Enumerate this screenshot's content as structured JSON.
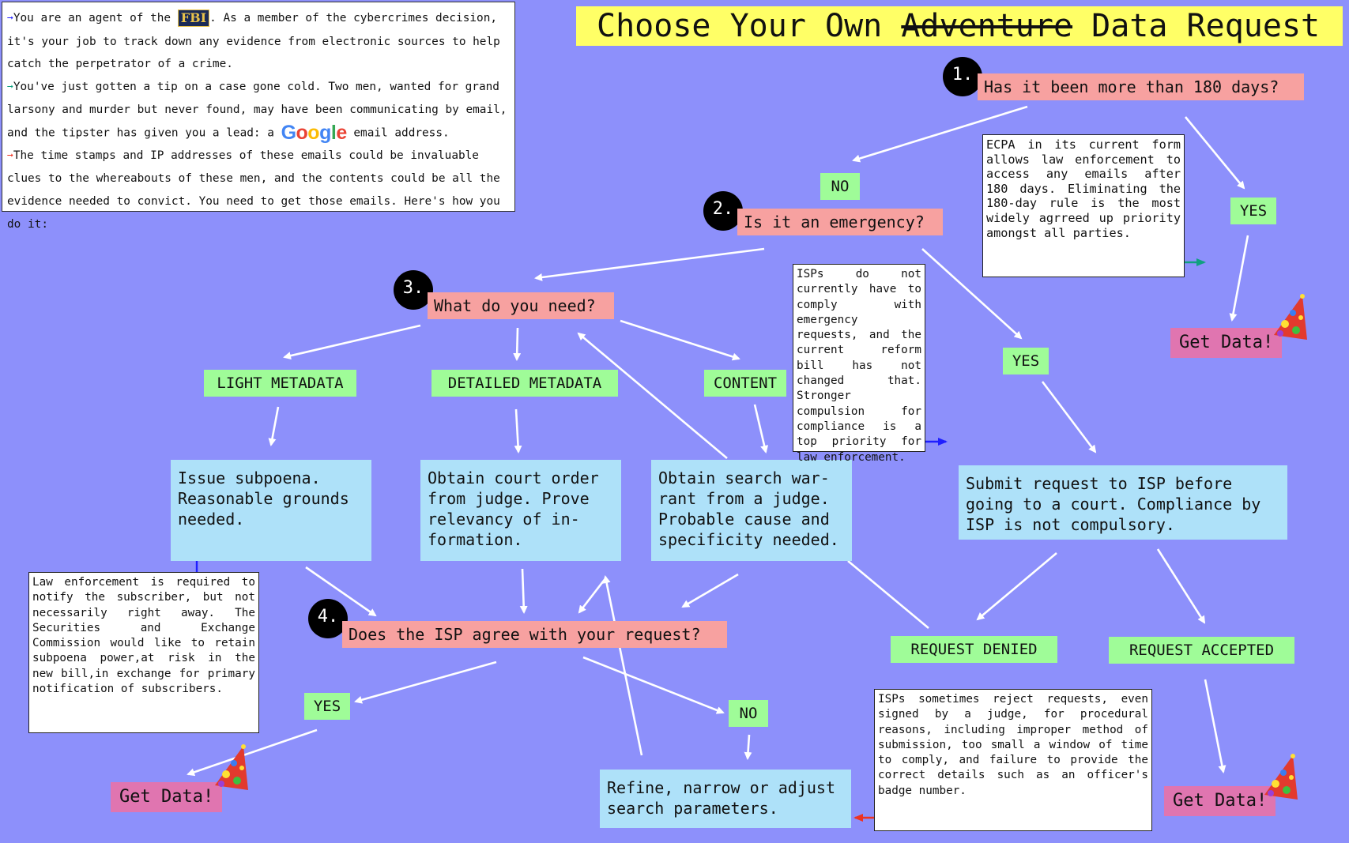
{
  "title": {
    "prefix": "Choose Your Own ",
    "struck": "Adventure",
    "suffix": " Data Request"
  },
  "intro": {
    "p1_pre": "You are an agent of the ",
    "fbi_logo": "FBI",
    "p1_post": ". As a member of the cybercrimes decision, it's your job to track down any evidence from electronic sources to help catch the perpetrator of a crime.",
    "p2_pre": "You've just gotten a tip on a case gone cold. Two men, wanted for grand larsony and murder but never found, may have been communicating by email, and the tipster has given you a lead: a ",
    "google_logo": "Google",
    "p2_post": " email address.",
    "p3": "The time stamps and IP addresses of these emails could be invaluable clues to the whereabouts of these men, and the contents could be all the evidence needed to convict. You need to get those emails. Here's how you do it:"
  },
  "badges": [
    "1.",
    "2.",
    "3.",
    "4."
  ],
  "questions": {
    "q1": "Has it been more than 180 days?",
    "q2": "Is it an emergency?",
    "q3": "What do you need?",
    "q4": "Does the ISP agree with your request?"
  },
  "labels": {
    "no1": "NO",
    "yes1": "YES",
    "yes2": "YES",
    "light": "LIGHT METADATA",
    "detailed": "DETAILED METADATA",
    "content": "CONTENT",
    "denied": "REQUEST DENIED",
    "accepted": "REQUEST ACCEPTED",
    "yes4": "YES",
    "no4": "NO"
  },
  "boxes": {
    "subpoena": "Issue subpoena. Reasonable grounds needed.",
    "court_order": "Obtain court order from judge. Prove relevancy of in-formation.",
    "warrant": "Obtain search war-rant from a judge. Probable cause and specificity needed.",
    "isp_request": "Submit request to ISP before going to a court. Compliance by ISP is not compulsory.",
    "refine": "Refine, narrow or adjust search parameters."
  },
  "get_data": "Get Data!",
  "notes": {
    "ecpa": "ECPA in its current form allows law enforcement to access any emails after 180 days. Eliminating the 180-day rule is the most widely agrreed up priority amongst all parties.",
    "emergency": "ISPs do not currently have to comply with emergency requests, and the current reform bill has not changed that. Stronger compulsion for compliance is a top priority for law enforcement.",
    "subpoena": "Law enforcement is required to notify the subscriber, but not necessarily right away. The Securities and Exchange Commission would like to retain subpoena power,at risk in the new bill,in exchange for primary notification of subscribers.",
    "isp_reject": "ISPs sometimes reject requests, even signed by a judge, for procedural reasons, including improper method of submission, too small a window of time to comply, and failure to provide the correct details such as an officer's badge number."
  },
  "icons": {
    "arrow": "pointer-arrow-icon",
    "hat": "party-hat-icon"
  },
  "colors": {
    "background": "#8d90fb",
    "question": "#f7a1a0",
    "label": "#9ffc98",
    "box": "#aee1f9",
    "get_data": "#e075b0",
    "title": "#ffff66",
    "arrow_blue": "#1f1fff",
    "arrow_teal": "#10a080",
    "arrow_red": "#ee3322"
  }
}
